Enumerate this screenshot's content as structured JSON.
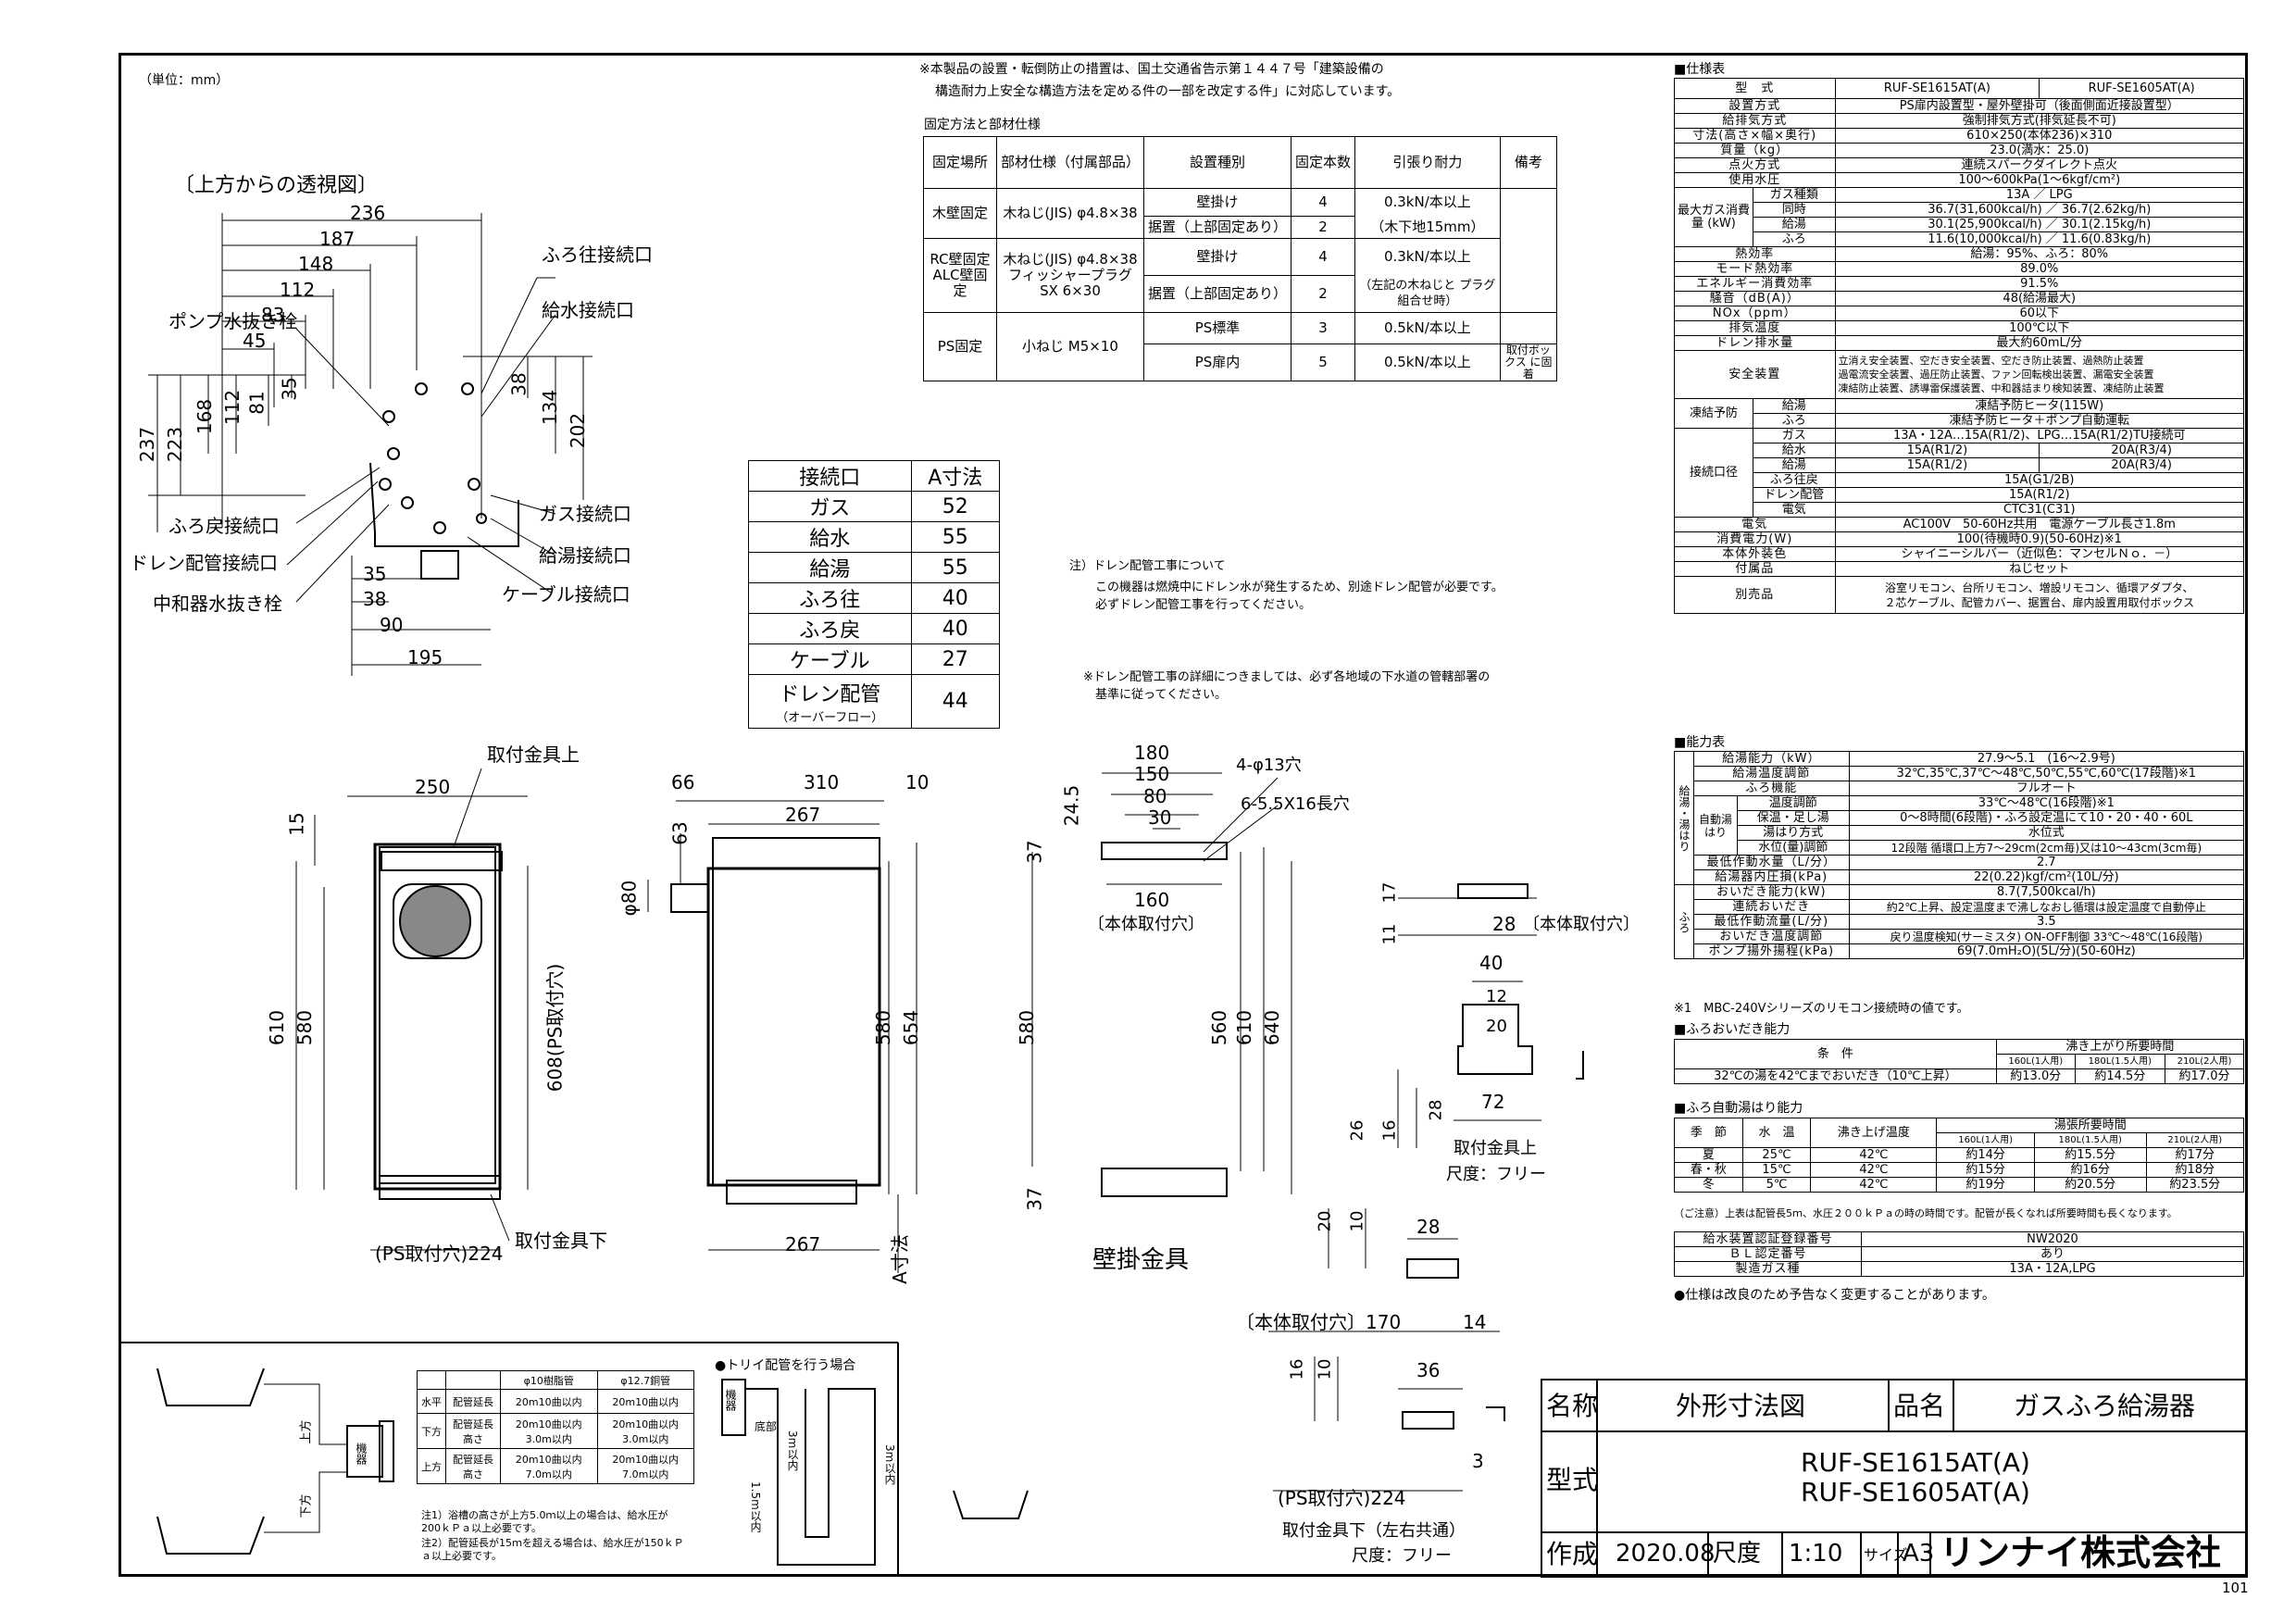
{
  "unit_note": "（単位：mm）",
  "page_number": "101",
  "notice": {
    "line1": "※本製品の設置・転倒防止の措置は、国土交通省告示第１４４７号「建築設備の",
    "line2": "構造耐力上安全な構造方法を定める件の一部を改定する件」に対応しています。"
  },
  "fixing": {
    "title": "固定方法と部材仕様",
    "headers": [
      "固定場所",
      "部材仕様（付属部品）",
      "設置種別",
      "固定本数",
      "引張り耐力",
      "備考"
    ],
    "rows": [
      [
        "木壁固定",
        "木ねじ(JIS) φ4.8×38",
        "壁掛け",
        "4",
        "0.3kN/本以上",
        ""
      ],
      [
        "",
        "",
        "据置（上部固定あり）",
        "2",
        "（木下地15mm）",
        ""
      ],
      [
        "RC壁固定 ALC壁固定",
        "木ねじ(JIS) φ4.8×38 フィッシャープラグSX 6×30",
        "壁掛け",
        "4",
        "0.3kN/本以上",
        ""
      ],
      [
        "",
        "",
        "据置（上部固定あり）",
        "2",
        "（左記の木ねじと プラグ組合せ時）",
        ""
      ],
      [
        "PS固定",
        "小ねじ M5×10",
        "PS標準",
        "3",
        "0.5kN/本以上",
        ""
      ],
      [
        "",
        "",
        "PS扉内",
        "5",
        "0.5kN/本以上",
        "取付ボックス に固着"
      ]
    ]
  },
  "top_view": {
    "title": "〔上方からの透視図〕",
    "dims_top": [
      "236",
      "187",
      "148",
      "112",
      "83",
      "45"
    ],
    "dims_left": [
      "237",
      "223",
      "168",
      "112",
      "81",
      "35"
    ],
    "dims_right": [
      "38",
      "134",
      "202"
    ],
    "dims_bottom": [
      "35",
      "38",
      "90",
      "195"
    ],
    "labels": [
      "ふろ往接続口",
      "給水接続口",
      "ポンプ水抜き栓",
      "ふろ戻接続口",
      "ドレン配管接続口",
      "中和器水抜き栓",
      "ガス接続口",
      "給湯接続口",
      "ケーブル接続口"
    ]
  },
  "a_dims": {
    "headers": [
      "接続口",
      "A寸法"
    ],
    "rows": [
      [
        "ガス",
        "52"
      ],
      [
        "給水",
        "55"
      ],
      [
        "給湯",
        "55"
      ],
      [
        "ふろ往",
        "40"
      ],
      [
        "ふろ戻",
        "40"
      ],
      [
        "ケーブル",
        "27"
      ],
      [
        "ドレン配管",
        "44"
      ]
    ],
    "drain_sub": "（オーバーフロー）"
  },
  "drain_note": {
    "l1": "注）ドレン配管工事について",
    "l2": "この機器は燃焼中にドレン水が発生するため、別途ドレン配管が必要です。",
    "l3": "必ずドレン配管工事を行ってください。",
    "l4": "※ドレン配管工事の詳細につきましては、必ず各地域の下水道の管轄部署の",
    "l5": "基準に従ってください。"
  },
  "front_view": {
    "dims": [
      "250",
      "15",
      "610",
      "580",
      "608(PS取付穴)",
      "(PS取付穴)224"
    ],
    "labels": [
      "取付金具上",
      "取付金具下"
    ]
  },
  "side_view": {
    "dims": [
      "66",
      "310",
      "10",
      "267",
      "63",
      "φ80",
      "580",
      "654",
      "267",
      "A寸法"
    ]
  },
  "wall_bracket": {
    "title": "壁掛金具",
    "dims": [
      "180",
      "150",
      "80",
      "30",
      "24.5",
      "37",
      "160",
      "580",
      "560",
      "610",
      "640",
      "37"
    ],
    "labels": [
      "4-φ13穴",
      "6-5.5X16長穴",
      "〔本体取付穴〕"
    ]
  },
  "upper_bracket": {
    "dims": [
      "28",
      "17",
      "11",
      "40",
      "12",
      "20",
      "72",
      "28",
      "16",
      "26"
    ],
    "labels": [
      "〔本体取付穴〕",
      "取付金具上",
      "尺度：フリー"
    ]
  },
  "lower_bracket": {
    "dims": [
      "20",
      "10",
      "28",
      "〔本体取付穴〕170",
      "14",
      "16",
      "10",
      "36",
      "3",
      "(PS取付穴)224"
    ],
    "labels": [
      "取付金具下（左右共通）",
      "尺度：フリー"
    ]
  },
  "spec": {
    "title": "■仕様表",
    "head": [
      "型　式",
      "RUF-SE1615AT(A)",
      "RUF-SE1605AT(A)"
    ],
    "rows": [
      [
        "設置方式",
        "PS扉内設置型・屋外壁掛可（後面側面近接設置型）"
      ],
      [
        "給排気方式",
        "強制排気方式(排気延長不可)"
      ],
      [
        "寸法(高さ×幅×奥行)",
        "610×250(本体236)×310"
      ],
      [
        "質量（kg）",
        "23.0(満水：25.0)"
      ],
      [
        "点火方式",
        "連続スパークダイレクト点火"
      ],
      [
        "使用水圧",
        "100〜600kPa(1〜6kgf/cm²)"
      ]
    ],
    "gas_head": [
      "最大ガス消費量 (kW)",
      "ガス種類",
      "13A ／ LPG"
    ],
    "gas_rows": [
      [
        "同時",
        "36.7(31,600kcal/h) ／ 36.7(2.62kg/h)"
      ],
      [
        "給湯",
        "30.1(25,900kcal/h) ／ 30.1(2.15kg/h)"
      ],
      [
        "ふろ",
        "11.6(10,000kcal/h) ／ 11.6(0.83kg/h)"
      ]
    ],
    "rows2": [
      [
        "熱効率",
        "給湯：95%、ふろ：80%"
      ],
      [
        "モード熱効率",
        "89.0%"
      ],
      [
        "エネルギー消費効率",
        "91.5%"
      ],
      [
        "騒音（dB(A)）",
        "48(給湯最大)"
      ],
      [
        "NOx（ppm）",
        "60以下"
      ],
      [
        "排気温度",
        "100℃以下"
      ],
      [
        "ドレン排水量",
        "最大約60mL/分"
      ]
    ],
    "safety_label": "安全装置",
    "safety": [
      "立消え安全装置、空だき安全装置、空だき防止装置、過熱防止装置",
      "過電流安全装置、過圧防止装置、ファン回転検出装置、漏電安全装置",
      "凍結防止装置、誘導雷保護装置、中和器詰まり検知装置、凍結防止装置"
    ],
    "freeze_label": "凍結予防",
    "freeze": [
      [
        "給湯",
        "凍結予防ヒータ(115W)"
      ],
      [
        "ふろ",
        "凍結予防ヒータ＋ポンプ自動運転"
      ]
    ],
    "conn_label": "接続口径",
    "conn": [
      [
        "ガス",
        "13A・12A…15A(R1/2)、LPG…15A(R1/2)TU接続可"
      ],
      [
        "給水",
        "15A(R1/2)",
        "20A(R3/4)"
      ],
      [
        "給湯",
        "15A(R1/2)",
        "20A(R3/4)"
      ],
      [
        "ふろ往戻",
        "15A(G1/2B)"
      ],
      [
        "ドレン配管",
        "15A(R1/2)"
      ],
      [
        "電気",
        "CTC31(C31)"
      ]
    ],
    "rows3": [
      [
        "電気",
        "AC100V　50-60Hz共用　電源ケーブル長さ1.8m"
      ],
      [
        "消費電力(W)",
        "100(待機時0.9)(50-60Hz)※1"
      ],
      [
        "本体外装色",
        "シャイニーシルバー（近似色：マンセルＮｏ．－）"
      ],
      [
        "付属品",
        "ねじセット"
      ]
    ],
    "sold_label": "別売品",
    "sold": [
      "浴室リモコン、台所リモコン、増設リモコン、循環アダプタ、",
      "２芯ケーブル、配管カバー、据置台、扉内設置用取付ボックス"
    ]
  },
  "ability": {
    "title": "■能力表",
    "rows": [
      [
        "給湯能力（kW）",
        "27.9〜5.1　(16〜2.9号)"
      ],
      [
        "給湯温度調節",
        "32℃,35℃,37℃〜48℃,50℃,55℃,60℃(17段階)※1"
      ],
      [
        "ふろ機能",
        "フルオート"
      ],
      [
        "温度調節",
        "33℃〜48℃(16段階)※1"
      ],
      [
        "保温・足し湯",
        "0〜8時間(6段階)・ふろ設定温にて10・20・40・60L"
      ],
      [
        "湯はり方式",
        "水位式"
      ],
      [
        "水位(量)調節",
        "12段階 循環口上方7〜29cm(2cm毎)又は10〜43cm(3cm毎)"
      ],
      [
        "最低作動水量（L/分）",
        "2.7"
      ],
      [
        "給湯器内圧損(kPa)",
        "22(0.22)kgf/cm²(10L/分)"
      ],
      [
        "おいだき能力(kW)",
        "8.7(7,500kcal/h)"
      ],
      [
        "連続おいだき",
        "約2℃上昇、設定温度まで沸しなおし循環は設定温度で自動停止"
      ],
      [
        "最低作動流量(L/分)",
        "3.5"
      ],
      [
        "おいだき温度調節",
        "戻り温度検知(サーミスタ) ON-OFF制御 33℃〜48℃(16段階)"
      ],
      [
        "ポンプ揚外揚程(kPa)",
        "69(7.0mH₂O)(5L/分)(50-60Hz)"
      ]
    ],
    "side1": "給湯・湯はり",
    "side2": "自動湯はり",
    "side3": "ふろ",
    "footnote": "※1　MBC-240Vシリーズのリモコン接続時の値です。"
  },
  "reheat": {
    "title": "■ふろおいだき能力",
    "head": [
      "条　件",
      "沸き上がり所要時間"
    ],
    "sub": [
      "160L(1人用)",
      "180L(1.5人用)",
      "210L(2人用)"
    ],
    "row": [
      "32℃の湯を42℃までおいだき（10℃上昇）",
      "約13.0分",
      "約14.5分",
      "約17.0分"
    ]
  },
  "autofill": {
    "title": "■ふろ自動湯はり能力",
    "head": [
      "季　節",
      "水　温",
      "沸き上げ温度",
      "湯張所要時間"
    ],
    "sub": [
      "160L(1人用)",
      "180L(1.5人用)",
      "210L(2人用)"
    ],
    "rows": [
      [
        "夏",
        "25℃",
        "42℃",
        "約14分",
        "約15.5分",
        "約17分"
      ],
      [
        "春・秋",
        "15℃",
        "42℃",
        "約15分",
        "約16分",
        "約18分"
      ],
      [
        "冬",
        "5℃",
        "42℃",
        "約19分",
        "約20.5分",
        "約23.5分"
      ]
    ],
    "note": "（ご注意）上表は配管長5ｍ、水圧２００ｋＰａの時の時間です。配管が長くなれば所要時間も長くなります。"
  },
  "cert": {
    "rows": [
      [
        "給水装置認証登録番号",
        "NW2020"
      ],
      [
        "ＢＬ認定番号",
        "あり"
      ],
      [
        "製造ガス種",
        "13A・12A,LPG"
      ]
    ],
    "note": "●仕様は改良のため予告なく変更することがあります。"
  },
  "pipe_table": {
    "head": [
      "",
      "",
      "φ10樹脂管",
      "φ12.7銅管"
    ],
    "rows": [
      [
        "水平",
        "配管延長",
        "20m10曲以内",
        "20m10曲以内"
      ],
      [
        "下方",
        "配管延長 高さ",
        "20m10曲以内 3.0m以内",
        "20m10曲以内 3.0m以内"
      ],
      [
        "上方",
        "配管延長 高さ",
        "20m10曲以内 7.0m以内",
        "20m10曲以内 7.0m以内"
      ]
    ],
    "note1": "注1）浴槽の高さが上方5.0ｍ以上の場合は、給水圧が200ｋＰａ以上必要です。",
    "note2": "注2）配管延長が15ｍを超える場合は、給水圧が150ｋＰａ以上必要です。",
    "labels": [
      "上方",
      "下方",
      "機器"
    ]
  },
  "trap": {
    "title": "●トリイ配管を行う場合",
    "labels": [
      "機器",
      "底部",
      "1.5m以内",
      "3m以内",
      "3m以内"
    ]
  },
  "title_block": {
    "name_label": "名称",
    "name": "外形寸法図",
    "product_label": "品名",
    "product": "ガスふろ給湯器",
    "model_label": "型式",
    "model1": "RUF-SE1615AT(A)",
    "model2": "RUF-SE1605AT(A)",
    "made_label": "作成",
    "date": "2020.08",
    "scale_label": "尺度",
    "scale": "1:10",
    "size_label": "サイズ",
    "size": "A3",
    "company": "リンナイ株式会社"
  }
}
